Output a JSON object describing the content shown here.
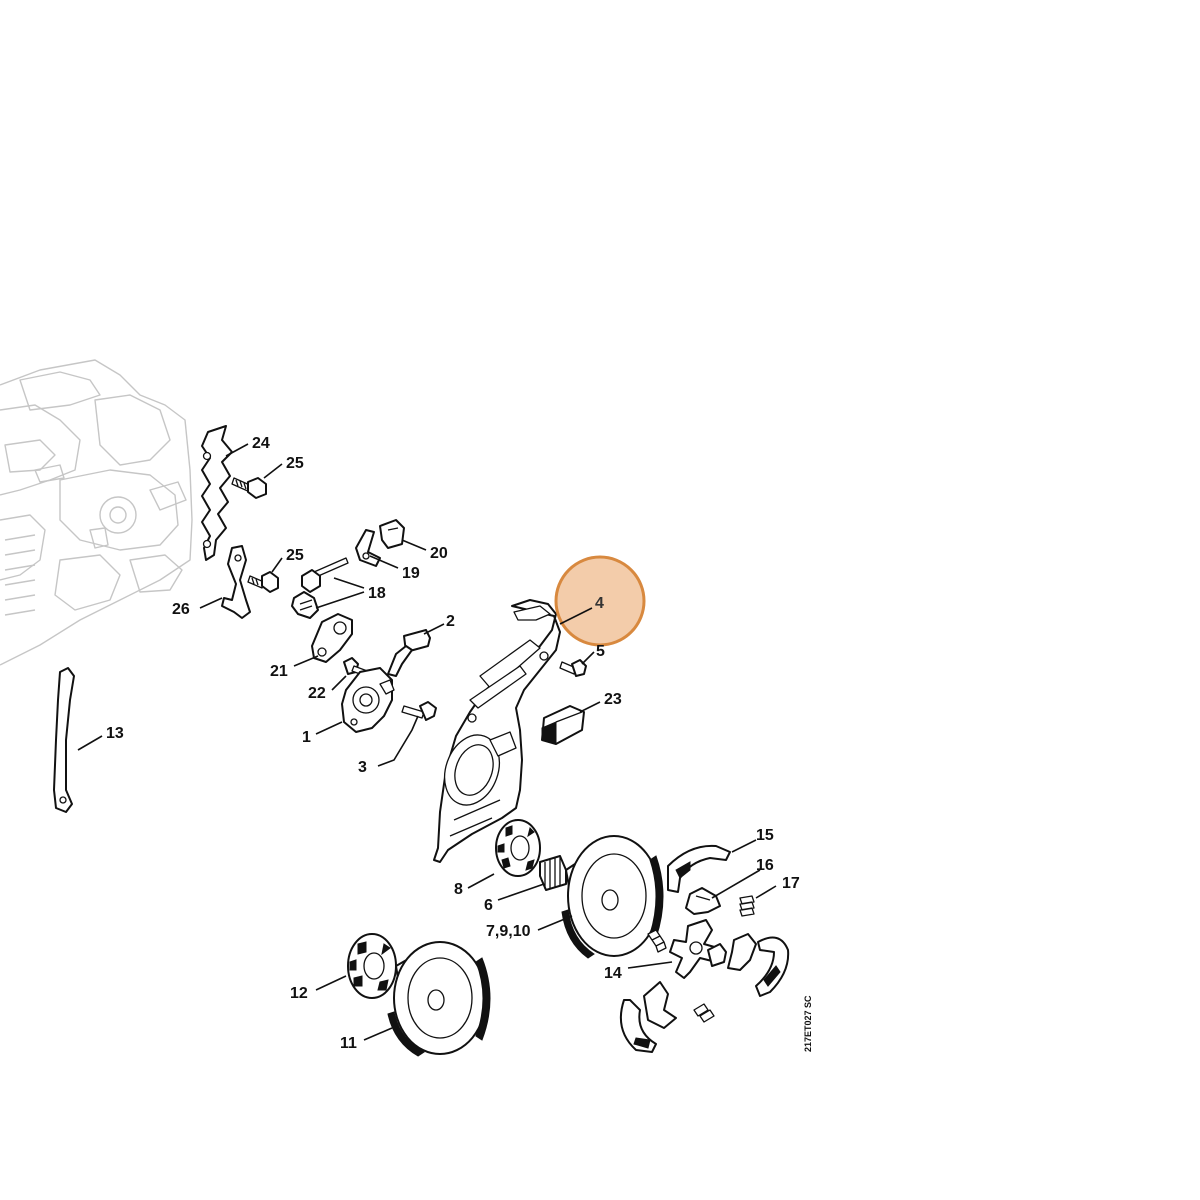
{
  "diagram": {
    "highlight_color": "#f3ccaa",
    "highlight_stroke": "#d8893f",
    "drawing_code": "217ET027 SC",
    "callouts": [
      {
        "id": "c24",
        "text": "24"
      },
      {
        "id": "c25a",
        "text": "25"
      },
      {
        "id": "c20",
        "text": "20"
      },
      {
        "id": "c25b",
        "text": "25"
      },
      {
        "id": "c19",
        "text": "19"
      },
      {
        "id": "c18",
        "text": "18"
      },
      {
        "id": "c26",
        "text": "26"
      },
      {
        "id": "c4",
        "text": "4"
      },
      {
        "id": "c2",
        "text": "2"
      },
      {
        "id": "c5",
        "text": "5"
      },
      {
        "id": "c21",
        "text": "21"
      },
      {
        "id": "c22",
        "text": "22"
      },
      {
        "id": "c23",
        "text": "23"
      },
      {
        "id": "c13",
        "text": "13"
      },
      {
        "id": "c1",
        "text": "1"
      },
      {
        "id": "c3",
        "text": "3"
      },
      {
        "id": "c15",
        "text": "15"
      },
      {
        "id": "c16",
        "text": "16"
      },
      {
        "id": "c8",
        "text": "8"
      },
      {
        "id": "c17",
        "text": "17"
      },
      {
        "id": "c6",
        "text": "6"
      },
      {
        "id": "c7910",
        "text": "7,9,10"
      },
      {
        "id": "c14",
        "text": "14"
      },
      {
        "id": "c12",
        "text": "12"
      },
      {
        "id": "c11",
        "text": "11"
      }
    ]
  }
}
